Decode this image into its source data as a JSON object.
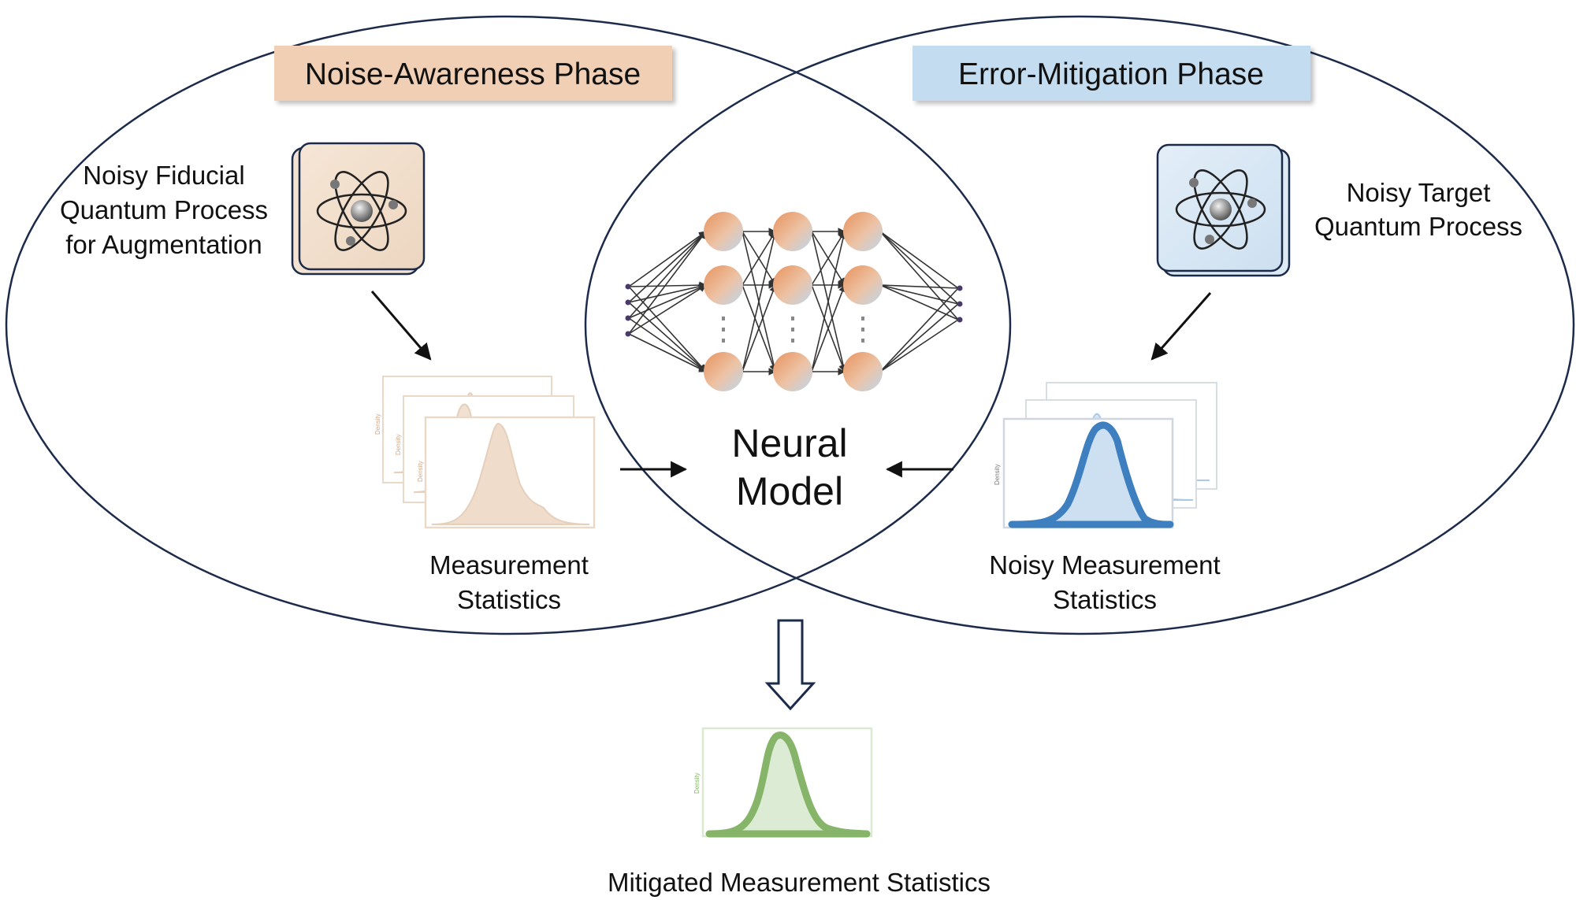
{
  "phases": {
    "noise_awareness": {
      "title": "Noise-Awareness Phase",
      "fill": "#f0cfb4"
    },
    "error_mitigation": {
      "title": "Error-Mitigation Phase",
      "fill": "#c4dcef"
    }
  },
  "left": {
    "process_lines": [
      "Noisy Fiducial",
      "Quantum Process",
      "for Augmentation"
    ],
    "process_icon": "atom-icon",
    "stats_lines": [
      "Measurement",
      "Statistics"
    ]
  },
  "right": {
    "process_lines": [
      "Noisy Target",
      "Quantum Process"
    ],
    "process_icon": "atom-icon",
    "stats_lines": [
      "Noisy Measurement",
      "Statistics"
    ]
  },
  "center": {
    "model_lines": [
      "Neural",
      "Model"
    ],
    "network_icon": "neural-network-icon"
  },
  "output": {
    "label": "Mitigated Measurement Statistics"
  },
  "colors": {
    "outline": "#1d2b4a",
    "orange_node": "#e9925c",
    "blue_node": "#bcd6ec",
    "left_dist": "#e8d5c4",
    "right_dist": "#3e7fbf",
    "output_dist": "#86b56a"
  }
}
